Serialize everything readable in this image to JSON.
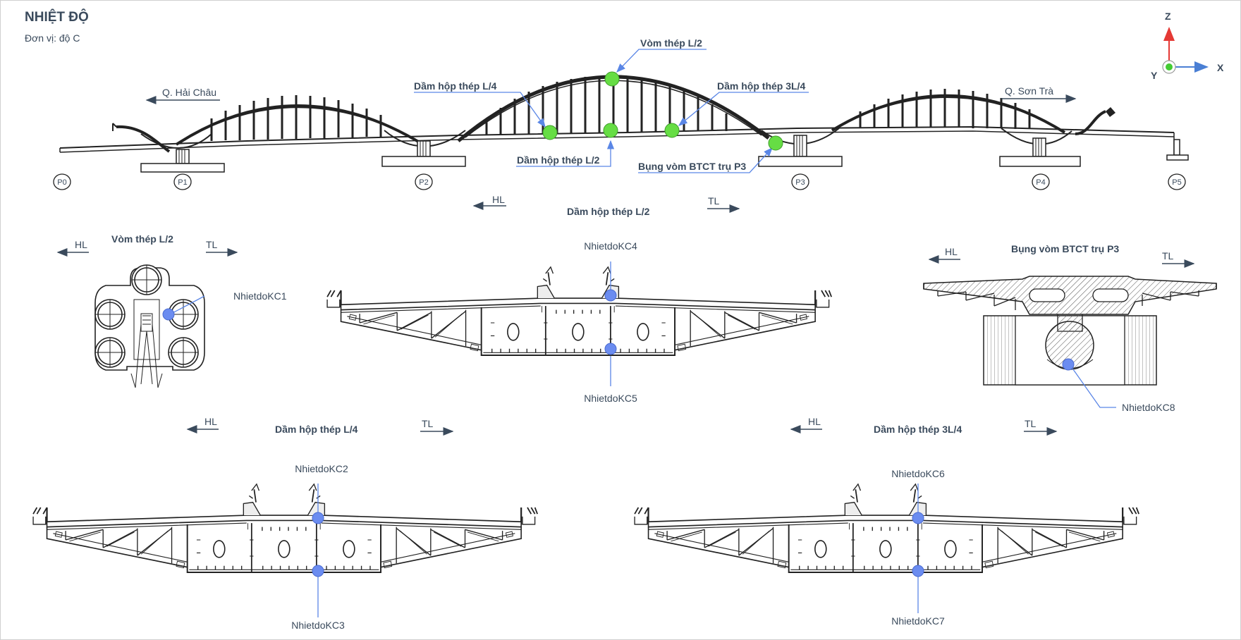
{
  "header": {
    "title": "NHIỆT ĐỘ",
    "unit": "Đơn vị: độ C"
  },
  "axes": {
    "z": "Z",
    "y": "Y",
    "x": "X"
  },
  "elevation": {
    "left_direction": "Q. Hải Châu",
    "right_direction": "Q. Sơn Trà",
    "piers": [
      "P0",
      "P1",
      "P2",
      "P3",
      "P4",
      "P5"
    ],
    "callouts": {
      "vom_l2": "Vòm thép L/2",
      "dam_l4": "Dầm hộp thép L/4",
      "dam_3l4": "Dầm hộp thép 3L/4",
      "dam_l2": "Dầm hộp thép L/2",
      "bung_vom": "Bụng vòm BTCT trụ P3"
    }
  },
  "sections": {
    "hl": "HL",
    "tl": "TL",
    "vom_title": "Vòm thép L/2",
    "l2_title": "Dầm hộp thép L/2",
    "bung_title": "Bụng vòm BTCT trụ P3",
    "l4_title": "Dầm hộp thép L/4",
    "l34_title": "Dầm hộp thép 3L/4"
  },
  "sensors": {
    "kc1": "NhietdoKC1",
    "kc2": "NhietdoKC2",
    "kc3": "NhietdoKC3",
    "kc4": "NhietdoKC4",
    "kc5": "NhietdoKC5",
    "kc6": "NhietdoKC6",
    "kc7": "NhietdoKC7",
    "kc8": "NhietdoKC8"
  },
  "colors": {
    "sensor_green": "#66dd44",
    "sensor_blue": "#6b8cf0",
    "leader": "#5a86e6",
    "ink": "#3a4a5c",
    "line": "#222222",
    "axis_x": "#4a7fd4",
    "axis_z": "#e53935"
  }
}
